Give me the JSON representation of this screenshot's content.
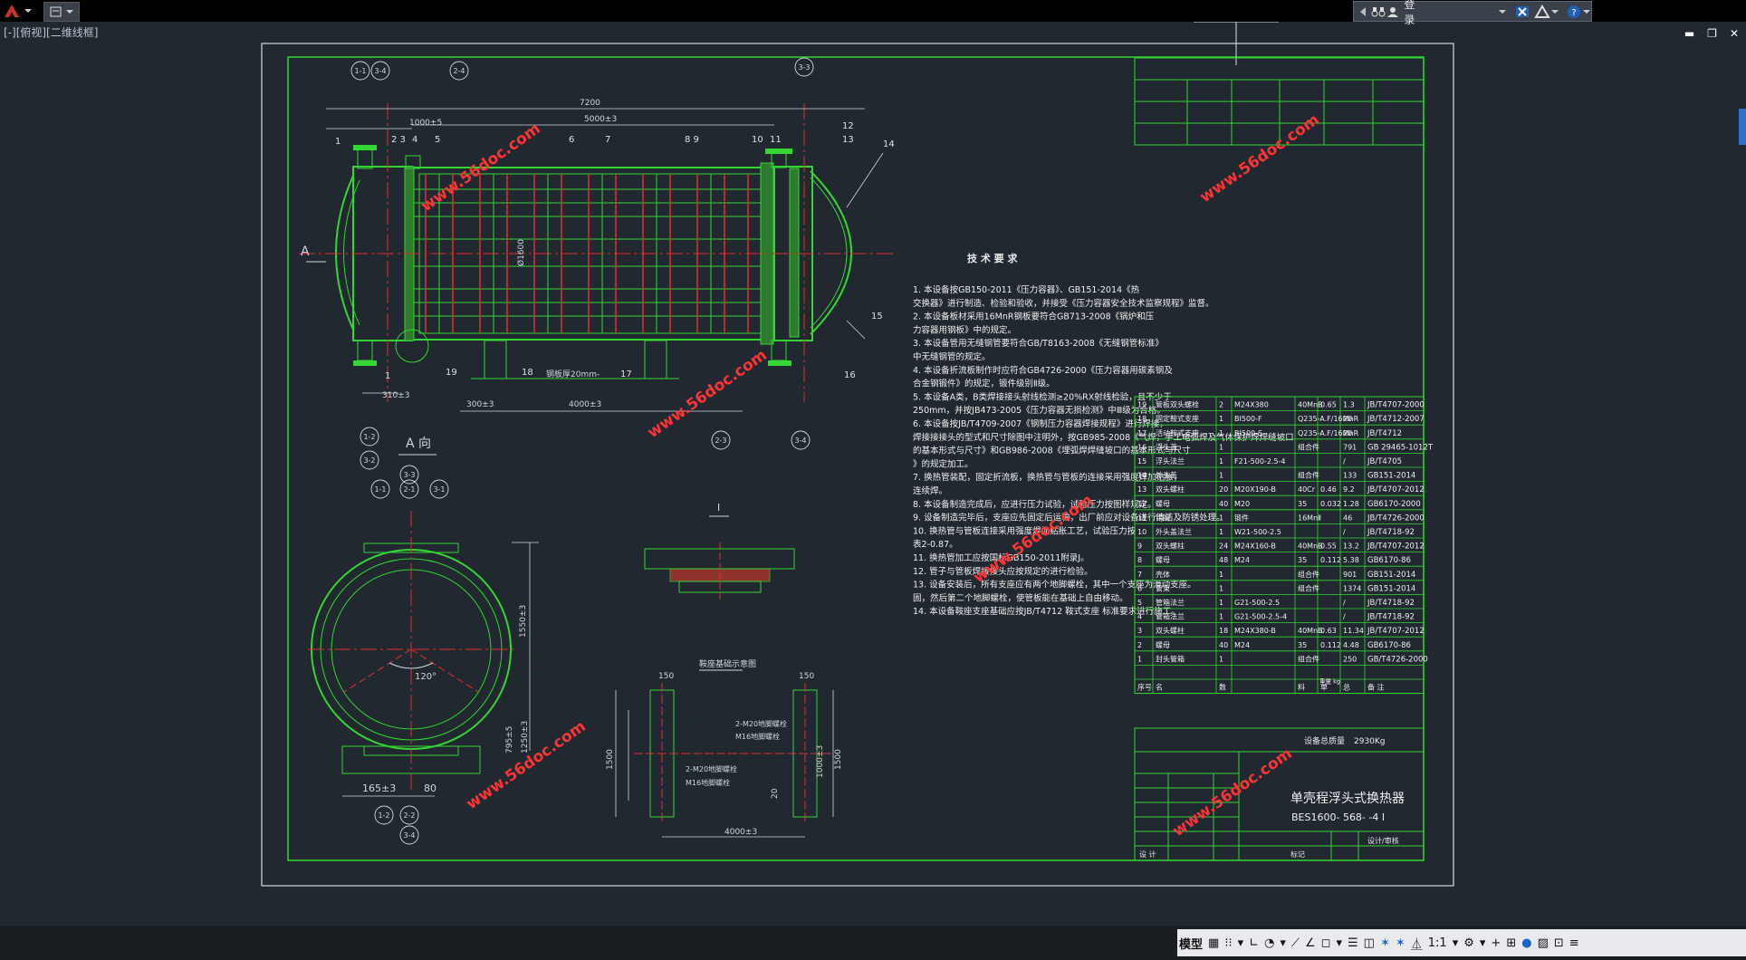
{
  "window": {
    "view_label": "[-][俯视][二维线框]",
    "login_label": "登录"
  },
  "status_bar": {
    "model_tab": "模型",
    "scale": "1:1"
  },
  "drawing": {
    "overall_length": "7200",
    "dims": [
      "1000±5",
      "5000±3",
      "310±3",
      "300±3",
      "4000±3",
      "Ø1600",
      "1550±3",
      "795±5",
      "1250±3",
      "165±3",
      "80",
      "150",
      "150",
      "20",
      "1000±3",
      "1500",
      "1500",
      "4000±3"
    ],
    "zone_labels": [
      "1-1",
      "3-4",
      "2-4",
      "3-3",
      "1-2",
      "3-2",
      "2-3",
      "3-4",
      "1-1",
      "2-1",
      "3-1",
      "3-3",
      "1-2",
      "2-2",
      "3-4"
    ],
    "part_numbers": [
      "1",
      "2 3",
      "4",
      "5",
      "6",
      "7",
      "8 9",
      "10",
      "11",
      "12",
      "13",
      "14",
      "15",
      "16",
      "17",
      "18",
      "19",
      "1"
    ],
    "view_a_marker": "A",
    "view_a_title": "A 向",
    "detail_title": "I",
    "saddle_title": "鞍座基础示意图",
    "angle": "120°",
    "floor_note": "钢板厚20mm-",
    "saddle_notes": [
      "2-M20地脚螺栓",
      "M16地脚螺栓",
      "2-M20地脚螺栓",
      "M16地脚螺栓"
    ]
  },
  "tech_requirements": {
    "title": "技 术 要 求",
    "lines": [
      "1. 本设备按GB150-2011《压力容器》、GB151-2014《热",
      "交换器》进行制造、检验和验收，并接受《压力容器安全技术监察规程》监督。",
      "2. 本设备板材采用16MnR钢板要符合GB713-2008《锅炉和压",
      "力容器用钢板》中的规定。",
      "3. 本设备管用无缝钢管要符合GB/T8163-2008《无缝钢管标准》",
      "中无缝钢管的规定。",
      "4. 本设备折流板制作时应符合GB4726-2000《压力容器用碳素钢及",
      "合金钢锻件》的规定，锻件级别Ⅱ级。",
      "5. 本设备A类，B类焊接接头射线检测≥20%RX射线检验，且不少于",
      "250mm，并按JB473-2005《压力容器无损检测》中Ⅲ级为合格。",
      "6. 本设备按JB/T4709-2007《钢制压力容器焊接规程》进行焊接，",
      "焊接接接头的型式和尺寸除图中注明外，按GB985-2008《气焊，手工电弧焊及气体保护焊焊缝坡口",
      "的基本形式与尺寸》和GB986-2008《埋弧焊焊缝坡口的基本形式与尺寸",
      "》的规定加工。",
      "7. 换热管装配，固定折流板，换热管与管板的连接采用强度焊加贴胀，",
      "连续焊。",
      "8. 本设备制造完成后，应进行压力试验，试验压力按图样规定。",
      "9. 设备制造完毕后，支座应先固定后运输，出厂前应对设备进行清洁及防锈处理。",
      "10. 换热管与管板连接采用强度焊加贴胀工艺，试验压力按",
      "表2-0.87。",
      "11. 换热管加工应按国标GB150-2011附录J。",
      "12. 管子与管板焊接接头应按规定的进行检验。",
      "13. 设备安装后，所有支座应有两个地脚螺栓，其中一个支座为滑动支座。",
      "固，然后第二个地脚螺栓，使管板能在基础上自由移动。",
      "14. 本设备鞍座支座基础应按JB/T4712 鞍式支座 标准要求进行施工。"
    ]
  },
  "bom": {
    "rows": [
      [
        "19",
        "管板双头螺栓",
        "2",
        "M24X380",
        "40MnB",
        "0.65",
        "1.3",
        "JB/T4707-2000"
      ],
      [
        "18",
        "固定鞍式支座",
        "1",
        "BI500-F",
        "Q235-A.F/16MnR",
        "",
        "20",
        "JB/T4712-2007"
      ],
      [
        "17",
        "活动鞍式支座",
        "1",
        "BI500-S",
        "Q235-A.F/16MnR",
        "",
        "20",
        "JB/T4712"
      ],
      [
        "16",
        "浮头盖",
        "1",
        "",
        "组合件",
        "",
        "791",
        "GB 29465-1012T"
      ],
      [
        "15",
        "浮头法兰",
        "1",
        "F21-500-2.5-4",
        "",
        "",
        "/",
        "JB/T4705"
      ],
      [
        "14",
        "外头盖",
        "1",
        "",
        "组合件",
        "",
        "133",
        "GB151-2014"
      ],
      [
        "13",
        "双头螺柱",
        "20",
        "M20X190-B",
        "40Cr",
        "0.46",
        "9.2",
        "JB/T4707-2012"
      ],
      [
        "12",
        "螺母",
        "40",
        "M20",
        "35",
        "0.032",
        "1.28",
        "GB6170-2000"
      ],
      [
        "11",
        "钩圈",
        "1",
        "锻件",
        "16MnⅡ",
        "",
        "46",
        "JB/T4726-2000"
      ],
      [
        "10",
        "外头盖法兰",
        "1",
        "W21-500-2.5",
        "",
        "",
        "/",
        "JB/T4718-92"
      ],
      [
        "9",
        "双头螺柱",
        "24",
        "M24X160-B",
        "40MnB",
        "0.55",
        "13.2",
        "JB/T4707-2012"
      ],
      [
        "8",
        "螺母",
        "48",
        "M24",
        "35",
        "0.112",
        "5.38",
        "GB6170-86"
      ],
      [
        "7",
        "壳体",
        "1",
        "",
        "组合件",
        "",
        "901",
        "GB151-2014"
      ],
      [
        "6",
        "管束",
        "1",
        "",
        "组合件",
        "",
        "1374",
        "GB151-2014"
      ],
      [
        "5",
        "管箱法兰",
        "1",
        "G21-500-2.5",
        "",
        "",
        "/",
        "JB/T4718-92"
      ],
      [
        "4",
        "管箱法兰",
        "1",
        "G21-500-2.5-4",
        "",
        "",
        "/",
        "JB/T4718-92"
      ],
      [
        "3",
        "双头螺柱",
        "18",
        "M24X380-B",
        "40MnB",
        "0.63",
        "11.34",
        "JB/T4707-2012"
      ],
      [
        "2",
        "螺母",
        "40",
        "M24",
        "35",
        "0.112",
        "4.48",
        "GB6170-86"
      ],
      [
        "1",
        "封头管箱",
        "1",
        "",
        "组合件",
        "",
        "250",
        "GB/T4726-2000"
      ]
    ],
    "header": [
      "序号",
      "名",
      "数",
      "",
      "料",
      "单",
      "总",
      "备 注"
    ],
    "header_weight": "重量 kg",
    "total_weight_label": "设备总质量",
    "total_weight": "2930Kg"
  },
  "title_block": {
    "title": "单壳程浮头式换热器",
    "code": "BES1600-  568-  -4 I",
    "small_label": "设计/审核",
    "cells": [
      "设 计",
      "标记"
    ]
  },
  "watermark": "www.56doc.com"
}
